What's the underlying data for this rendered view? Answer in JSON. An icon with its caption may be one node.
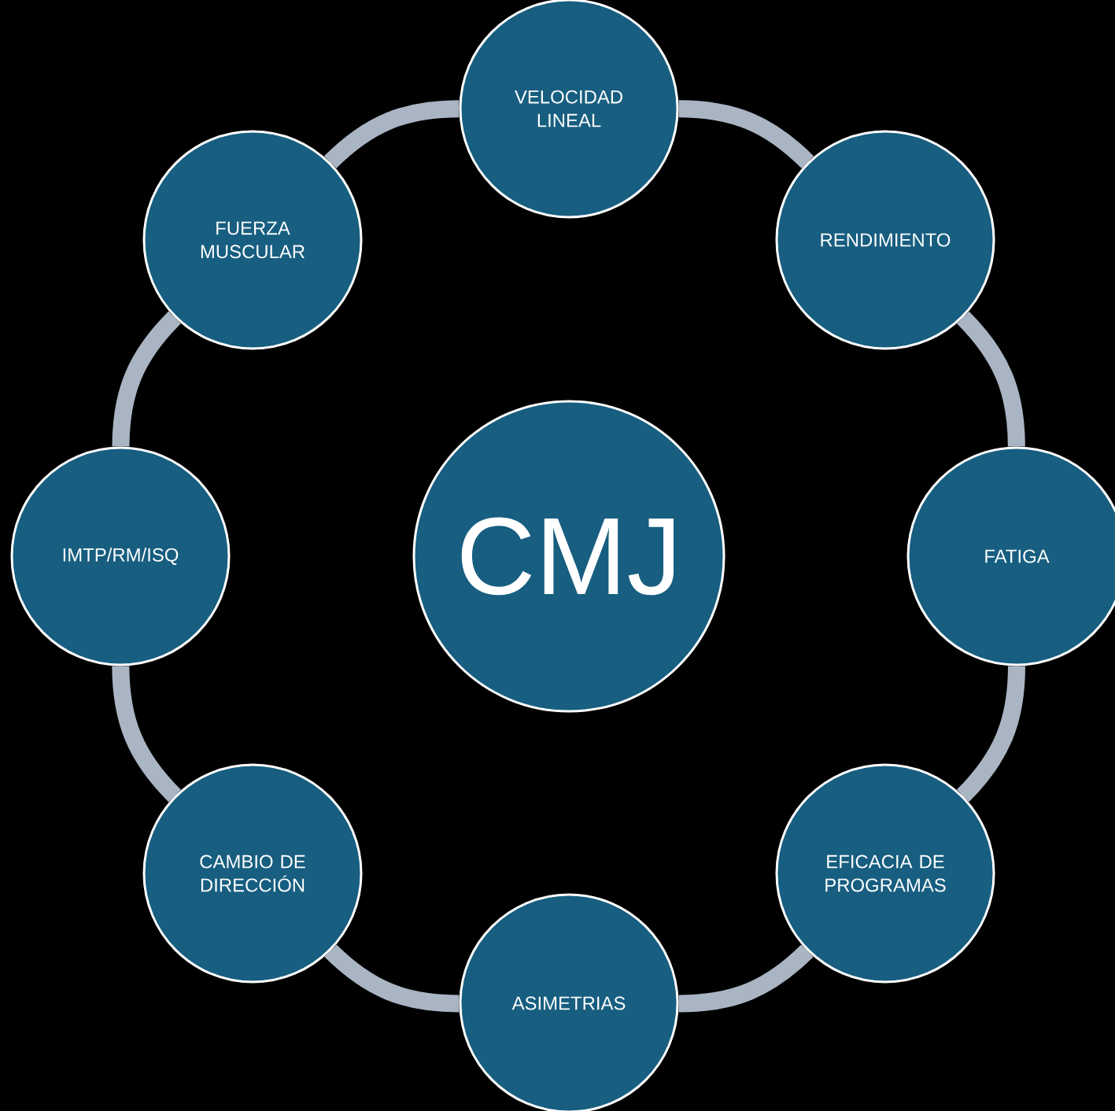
{
  "diagram": {
    "nodes": [
      {
        "text": [
          "CMJ"
        ]
      },
      {
        "text": [
          "VELOCIDAD LINEAL"
        ]
      },
      {
        "text": [
          "RENDIMIENTO"
        ]
      },
      {
        "text": [
          "FATIGA"
        ]
      },
      {
        "text": [
          "EFICACIA DE PROGRAMAS"
        ]
      },
      {
        "text": [
          "ASIMETRIAS"
        ]
      },
      {
        "text": [
          "CAMBIO DE DIRECCIÓN"
        ]
      },
      {
        "text": [
          "IMTP/RM/ISQ"
        ]
      },
      {
        "text": [
          "FUERZA MUSCULAR"
        ]
      }
    ],
    "edges": [
      {
        "from": 1,
        "to": 2,
        "arrow": "none"
      },
      {
        "from": 2,
        "to": 3,
        "arrow": "none"
      },
      {
        "from": 3,
        "to": 4,
        "arrow": "none"
      },
      {
        "from": 4,
        "to": 5,
        "arrow": "none"
      },
      {
        "from": 5,
        "to": 6,
        "arrow": "none"
      },
      {
        "from": 6,
        "to": 7,
        "arrow": "none"
      },
      {
        "from": 7,
        "to": 8,
        "arrow": "none"
      },
      {
        "from": 8,
        "to": 1,
        "arrow": "none"
      }
    ]
  }
}
